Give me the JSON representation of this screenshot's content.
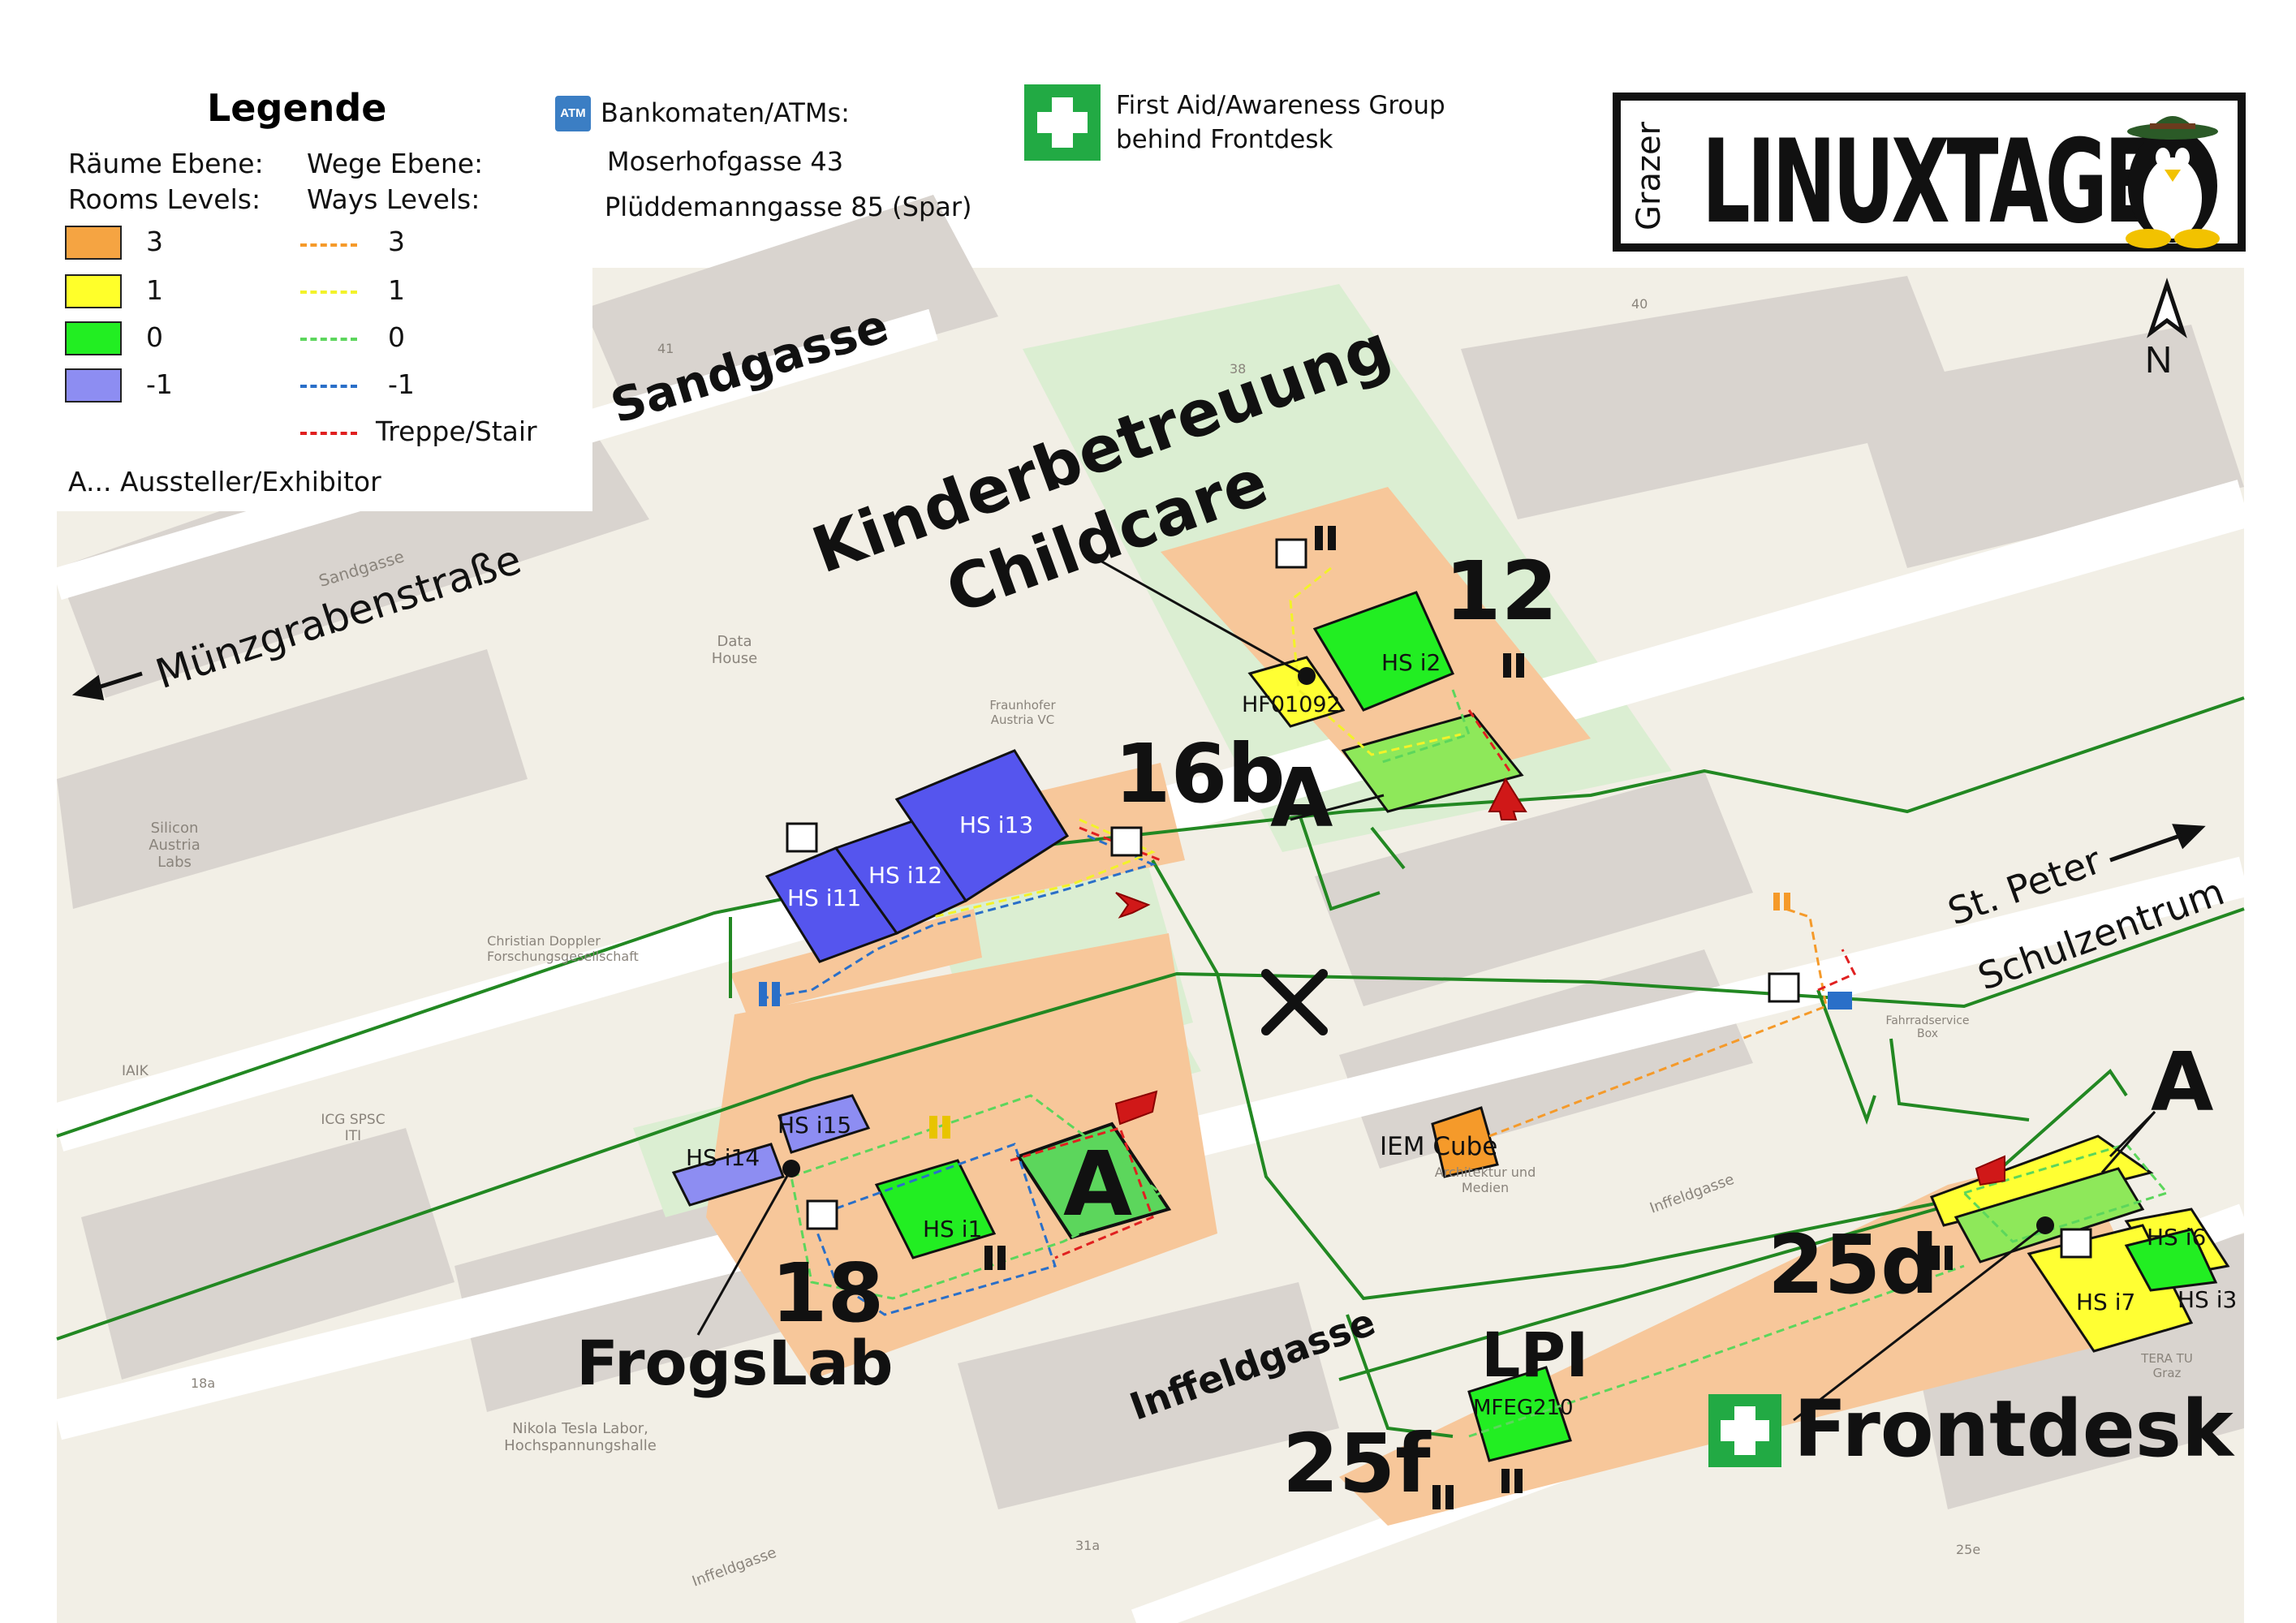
{
  "legend": {
    "title": "Legende",
    "rooms_heading_1": "Räume Ebene:",
    "rooms_heading_2": "Rooms Levels:",
    "ways_heading_1": "Wege Ebene:",
    "ways_heading_2": "Ways Levels:",
    "rooms": [
      {
        "label": "3",
        "color": "#f5a442"
      },
      {
        "label": "1",
        "color": "#ffff2a"
      },
      {
        "label": "0",
        "color": "#22ee22"
      },
      {
        "label": "-1",
        "color": "#8d8df2"
      }
    ],
    "ways": [
      {
        "label": "3",
        "color": "#f59a2a"
      },
      {
        "label": "1",
        "color": "#f2f22a"
      },
      {
        "label": "0",
        "color": "#5cd65c"
      },
      {
        "label": "-1",
        "color": "#2a6fc8"
      },
      {
        "label": "Treppe/Stair",
        "color": "#e02020"
      }
    ],
    "exhibitor_note": "A...  Aussteller/Exhibitor"
  },
  "atm": {
    "icon": "atm-icon",
    "heading": "Bankomaten/ATMs:",
    "line1": "Moserhofgasse 43",
    "line2": "Plüddemanngasse 85 (Spar)"
  },
  "first_aid": {
    "icon": "first-aid-cross-icon",
    "line1": "First Aid/Awareness Group",
    "line2": "behind Frontdesk"
  },
  "logo": {
    "prefix": "Grazer",
    "name": "LINUXTAGE",
    "icon": "tux-penguin-with-hat-icon"
  },
  "compass": {
    "letter": "N",
    "icon": "north-arrow-icon"
  },
  "streets": {
    "sandgasse": "Sandgasse",
    "muenzgraben": "Münzgrabenstraße",
    "inffeldgasse": "Inffeldgasse",
    "st_peter_1": "St. Peter",
    "st_peter_2": "Schulzentrum"
  },
  "places": {
    "childcare_1": "Kinderbetreuung",
    "childcare_2": "Childcare",
    "b12": "12",
    "b16b": "16b",
    "b18": "18",
    "b25d": "25d",
    "b25f": "25f",
    "lpi": "LPI",
    "frogslab": "FrogsLab",
    "frontdesk": "Frontdesk",
    "exhibitor_a": "A"
  },
  "rooms": {
    "hs_i2": "HS i2",
    "hf01092": "HF01092",
    "hs_i11": "HS i11",
    "hs_i12": "HS i12",
    "hs_i13": "HS i13",
    "hs_i14": "HS i14",
    "hs_i15": "HS i15",
    "hs_i1": "HS i1",
    "hs_i6": "HS i6",
    "hs_i7": "HS i7",
    "hs_i3": "HS i3",
    "iem_cube": "IEM Cube",
    "mfeg210": "MFEG210"
  },
  "basemap_labels": {
    "data_house": "Data House",
    "fraunhofer": "Fraunhofer Austria VC",
    "silicon": "Silicon Austria Labs",
    "christian_doppler": "Christian Doppler Forschungsgesellschaft",
    "iaik": "IAIK",
    "icg": "ICG SPSC ITI",
    "nikola_tesla": "Nikola Tesla Labor, Hochspannungshalle",
    "tera": "TERA TU Graz",
    "architektur": "Architektur und Medien",
    "fahrrad": "Fahrradservice Box",
    "sandgasse_small": "Sandgasse",
    "inffeldgasse_small": "Inffeldgasse",
    "inffeldgasse_small2": "Inffeldgasse",
    "n41": "41",
    "n38": "38",
    "n40": "40",
    "n18a": "18a",
    "n31a": "31a",
    "n25e": "25e"
  },
  "colors": {
    "level3": "#f7c79a",
    "level1": "#ffff33",
    "level0": "#22ee22",
    "levelm1": "#5555ee",
    "path": "#228822",
    "stair": "#e02020",
    "arrow": "#d01818",
    "first_aid": "#22aa44"
  }
}
